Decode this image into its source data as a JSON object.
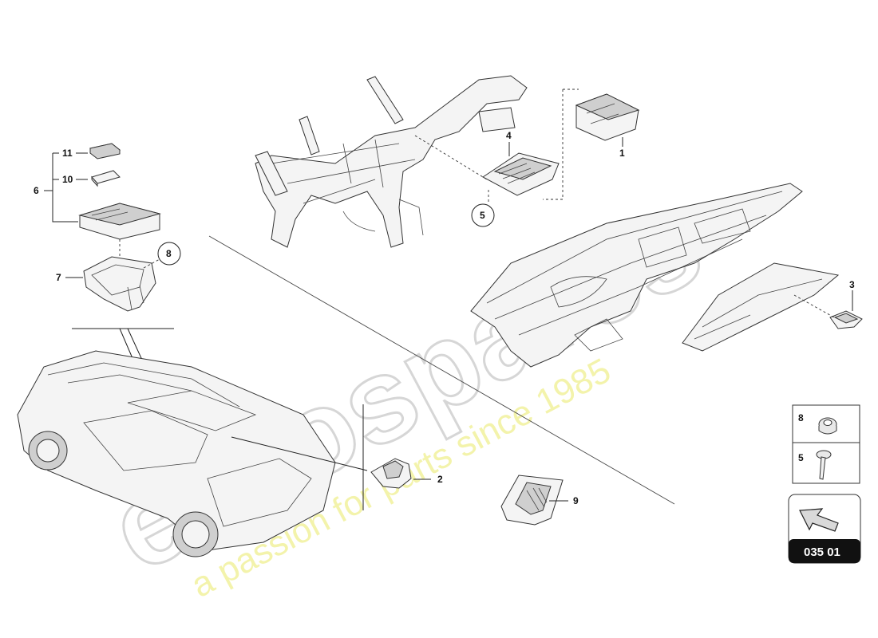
{
  "watermark": {
    "brand": "eurospares",
    "tagline": "a passion for parts since 1985"
  },
  "callouts": {
    "c1": "1",
    "c2": "2",
    "c3": "3",
    "c4": "4",
    "c5_circle": "5",
    "c6": "6",
    "c7": "7",
    "c8_circle": "8",
    "c9": "9",
    "c10": "10",
    "c11": "11"
  },
  "legend": {
    "rows": [
      {
        "number": "8",
        "icon": "nut-icon"
      },
      {
        "number": "5",
        "icon": "bolt-icon"
      }
    ]
  },
  "page_code": "035 01",
  "colors": {
    "watermark_gray": "#d6d6d6",
    "watermark_yellow": "#e6e67a",
    "code_bg": "#111111"
  }
}
